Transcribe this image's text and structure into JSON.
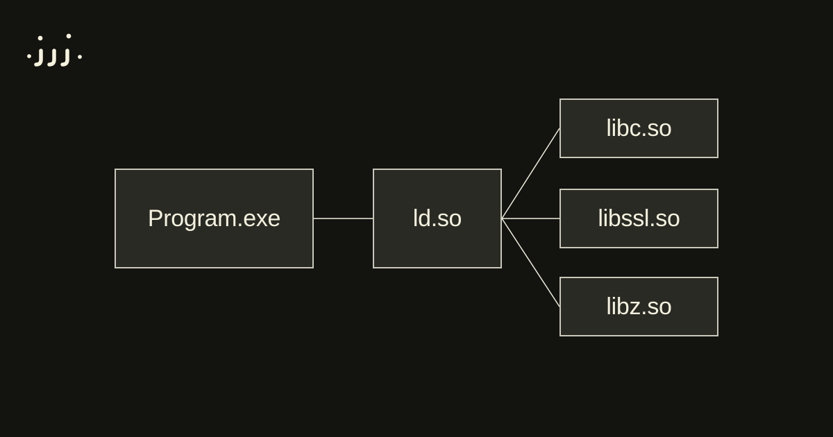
{
  "logo": {
    "description": "brand mark of dots and three comma shapes",
    "color": "#f5f2dd"
  },
  "diagram": {
    "nodes": {
      "program": {
        "label": "Program.exe"
      },
      "ld": {
        "label": "ld.so"
      },
      "libc": {
        "label": "libc.so"
      },
      "libssl": {
        "label": "libssl.so"
      },
      "libz": {
        "label": "libz.so"
      }
    },
    "edges": [
      {
        "from": "Program.exe",
        "to": "ld.so"
      },
      {
        "from": "ld.so",
        "to": "libc.so"
      },
      {
        "from": "ld.so",
        "to": "libssl.so"
      },
      {
        "from": "ld.so",
        "to": "libz.so"
      }
    ],
    "colors": {
      "background": "#131310",
      "node_fill": "#2a2a24",
      "node_border": "#c9c8bb",
      "connector_line": "#f0eedd",
      "label_text": "#f3f1de"
    }
  }
}
